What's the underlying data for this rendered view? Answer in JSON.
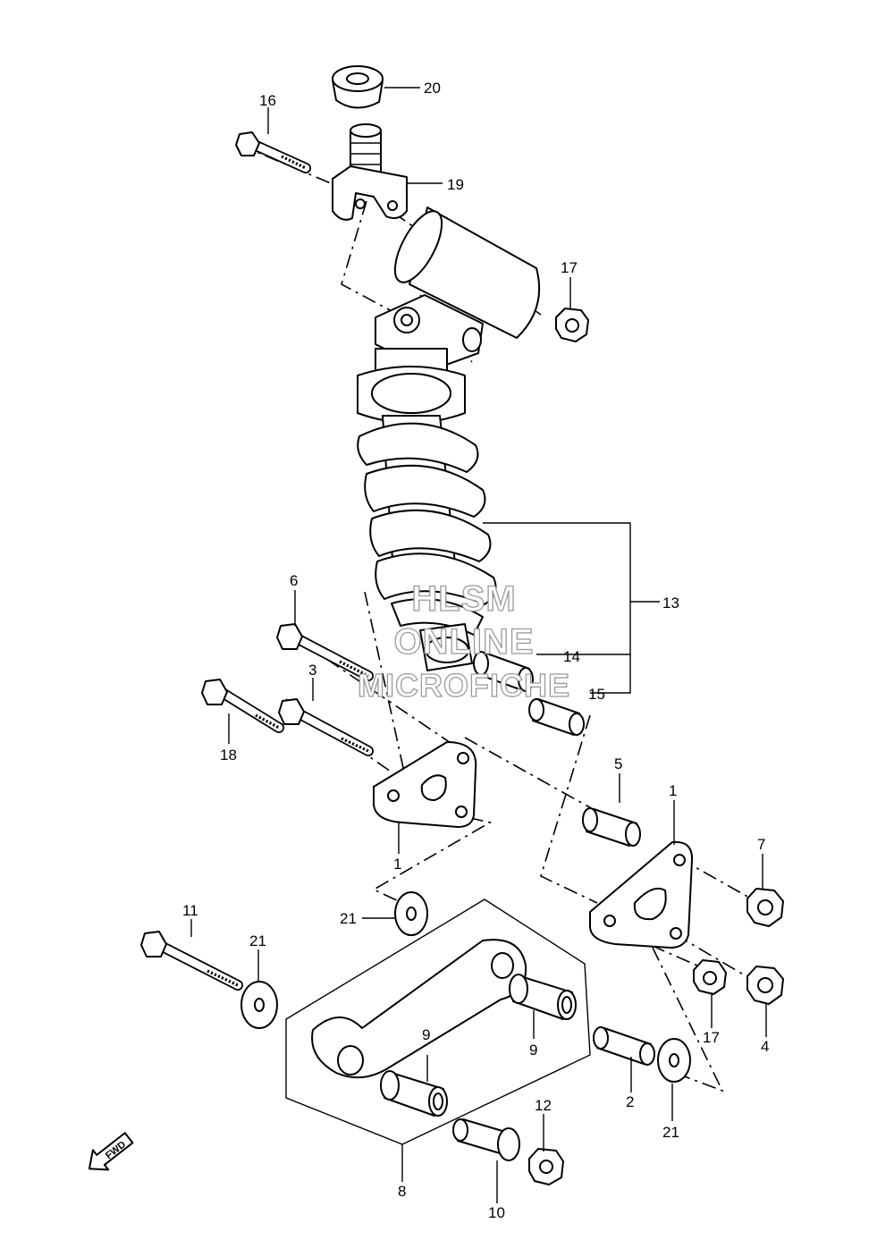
{
  "diagram": {
    "callouts": {
      "p1a": "1",
      "p1b": "1",
      "p2": "2",
      "p3": "3",
      "p4": "4",
      "p5": "5",
      "p6": "6",
      "p7": "7",
      "p8": "8",
      "p9a": "9",
      "p9b": "9",
      "p10": "10",
      "p11": "11",
      "p12": "12",
      "p13": "13",
      "p14": "14",
      "p15": "15",
      "p16": "16",
      "p17a": "17",
      "p17b": "17",
      "p18": "18",
      "p19": "19",
      "p20": "20",
      "p21a": "21",
      "p21b": "21",
      "p21c": "21"
    },
    "watermark": {
      "line1": "HLSM",
      "line2": "ONLINE",
      "line3": "MICROFICHE"
    },
    "fwd_label": "FWD"
  }
}
